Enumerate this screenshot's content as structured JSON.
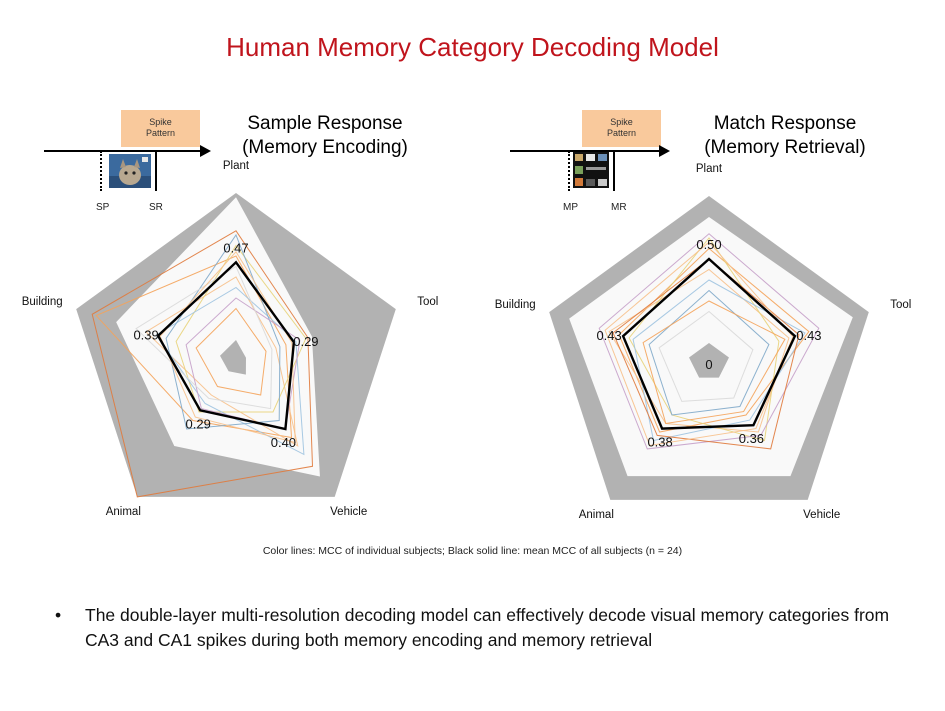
{
  "title": "Human Memory Category Decoding Model",
  "caption": "Color lines: MCC of individual subjects; Black solid line: mean MCC of all subjects (n = 24)",
  "bullet": "The double-layer multi-resolution decoding model can effectively decode visual memory categories from CA3 and CA1 spikes during both memory encoding and memory retrieval",
  "colors": {
    "title": "#c0141c",
    "radar_background": "#b2b2b2",
    "range_band": "#ffffff",
    "mean_line": "#000000",
    "spike_box": "#f9c99c",
    "subject_lines": [
      "#f4a35a",
      "#f7c08a",
      "#e8d37a",
      "#9ec3e0",
      "#7fa8c9",
      "#c5a0c9",
      "#d9d9d9",
      "#e07a3c"
    ]
  },
  "panels": [
    {
      "title_line1": "Sample Response",
      "title_line2": "(Memory Encoding)",
      "spike_label_line1": "Spike",
      "spike_label_line2": "Pattern",
      "marker_start": "SP",
      "marker_end": "SR",
      "thumbnail": "cat-photo"
    },
    {
      "title_line1": "Match Response",
      "title_line2": "(Memory Retrieval)",
      "spike_label_line1": "Spike",
      "spike_label_line2": "Pattern",
      "marker_start": "MP",
      "marker_end": "MR",
      "thumbnail": "category-image-grid"
    }
  ],
  "chart_data": [
    {
      "type": "radar",
      "title": "Sample Response (Memory Encoding)",
      "axes": [
        "Plant",
        "Tool",
        "Vehicle",
        "Animal",
        "Building"
      ],
      "rlim": [
        0,
        0.8
      ],
      "mean": [
        0.47,
        0.29,
        0.4,
        0.29,
        0.39
      ],
      "mean_labels": [
        "0.47",
        "0.29",
        "0.40",
        "0.29",
        "0.39"
      ],
      "band_min": [
        0.1,
        0.05,
        0.08,
        0.06,
        0.08
      ],
      "band_max": [
        0.78,
        0.38,
        0.68,
        0.5,
        0.6
      ],
      "subjects": [
        [
          0.5,
          0.25,
          0.45,
          0.35,
          0.7
        ],
        [
          0.4,
          0.2,
          0.5,
          0.2,
          0.45
        ],
        [
          0.55,
          0.35,
          0.3,
          0.3,
          0.3
        ],
        [
          0.35,
          0.3,
          0.55,
          0.25,
          0.4
        ],
        [
          0.6,
          0.22,
          0.35,
          0.4,
          0.35
        ],
        [
          0.3,
          0.32,
          0.4,
          0.28,
          0.25
        ],
        [
          0.45,
          0.18,
          0.28,
          0.22,
          0.5
        ],
        [
          0.62,
          0.36,
          0.62,
          0.8,
          0.72
        ],
        [
          0.25,
          0.15,
          0.2,
          0.15,
          0.2
        ],
        [
          0.52,
          0.28,
          0.48,
          0.33,
          0.38
        ]
      ]
    },
    {
      "type": "radar",
      "title": "Match Response (Memory Retrieval)",
      "axes": [
        "Plant",
        "Tool",
        "Vehicle",
        "Animal",
        "Building"
      ],
      "rlim": [
        0,
        0.8
      ],
      "mean": [
        0.5,
        0.43,
        0.36,
        0.38,
        0.43
      ],
      "mean_labels": [
        "0.50",
        "0.43",
        "0.36",
        "0.38",
        "0.43"
      ],
      "center_label": "0",
      "band_min": [
        0.1,
        0.1,
        0.08,
        0.08,
        0.1
      ],
      "band_max": [
        0.7,
        0.72,
        0.66,
        0.66,
        0.7
      ],
      "subjects": [
        [
          0.55,
          0.5,
          0.3,
          0.4,
          0.45
        ],
        [
          0.45,
          0.4,
          0.4,
          0.35,
          0.5
        ],
        [
          0.6,
          0.35,
          0.45,
          0.3,
          0.4
        ],
        [
          0.4,
          0.48,
          0.33,
          0.45,
          0.38
        ],
        [
          0.35,
          0.3,
          0.25,
          0.3,
          0.3
        ],
        [
          0.62,
          0.55,
          0.42,
          0.5,
          0.55
        ],
        [
          0.25,
          0.22,
          0.2,
          0.22,
          0.25
        ],
        [
          0.5,
          0.45,
          0.5,
          0.42,
          0.48
        ],
        [
          0.3,
          0.38,
          0.28,
          0.35,
          0.33
        ],
        [
          0.58,
          0.42,
          0.38,
          0.48,
          0.52
        ]
      ]
    }
  ]
}
